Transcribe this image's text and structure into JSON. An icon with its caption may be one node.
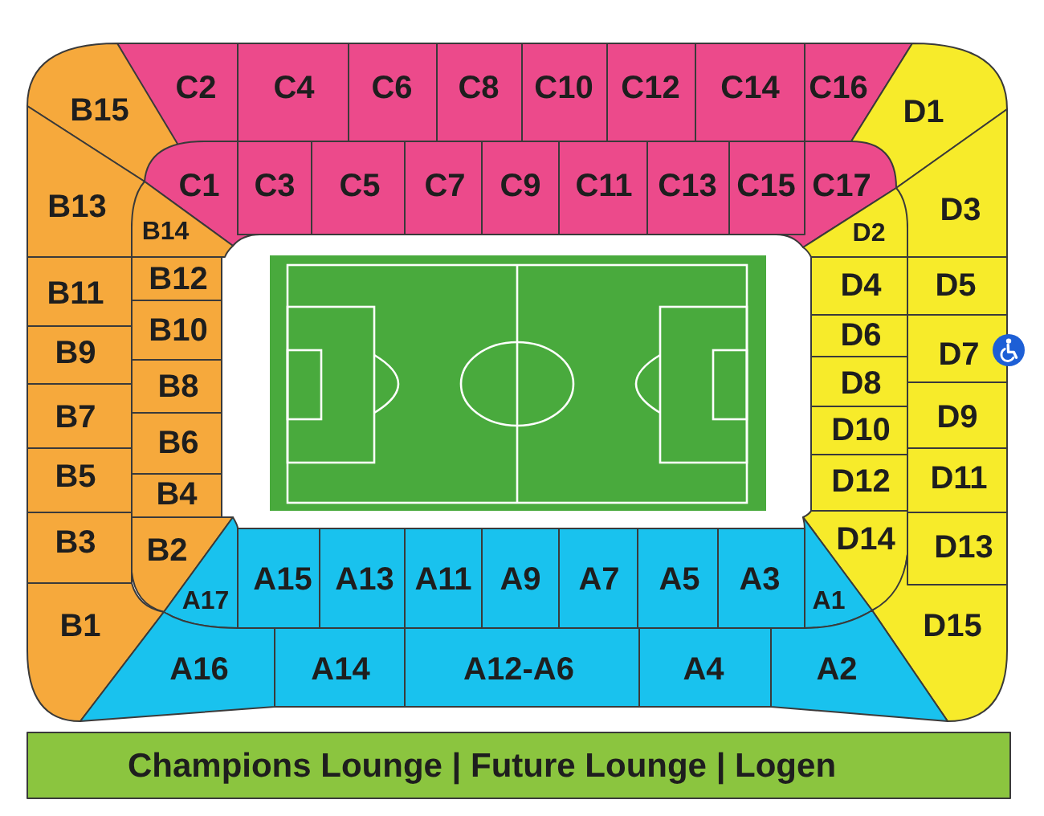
{
  "diagram": {
    "nodes": [
      {
        "text": [
          "C2"
        ]
      },
      {
        "text": [
          "C4"
        ]
      },
      {
        "text": [
          "C6"
        ]
      },
      {
        "text": [
          "C8"
        ]
      },
      {
        "text": [
          "C10"
        ]
      },
      {
        "text": [
          "C12"
        ]
      },
      {
        "text": [
          "C14"
        ]
      },
      {
        "text": [
          "C16"
        ]
      },
      {
        "text": [
          "B15"
        ]
      },
      {
        "text": [
          "D1"
        ]
      },
      {
        "text": [
          "C1"
        ]
      },
      {
        "text": [
          "C3"
        ]
      },
      {
        "text": [
          "C5"
        ]
      },
      {
        "text": [
          "C7"
        ]
      },
      {
        "text": [
          "C9"
        ]
      },
      {
        "text": [
          "C11"
        ]
      },
      {
        "text": [
          "C13"
        ]
      },
      {
        "text": [
          "C15"
        ]
      },
      {
        "text": [
          "C17"
        ]
      },
      {
        "text": [
          "B13"
        ]
      },
      {
        "text": [
          "D3"
        ]
      },
      {
        "text": [
          "B14"
        ]
      },
      {
        "text": [
          "D2"
        ]
      },
      {
        "text": [
          "B11"
        ]
      },
      {
        "text": [
          "B12"
        ]
      },
      {
        "text": [
          "D4"
        ]
      },
      {
        "text": [
          "D5"
        ]
      },
      {
        "text": [
          "B9"
        ]
      },
      {
        "text": [
          "B10"
        ]
      },
      {
        "text": [
          "D6"
        ]
      },
      {
        "text": [
          "D7"
        ]
      },
      {
        "text": [
          "B7"
        ]
      },
      {
        "text": [
          "B8"
        ]
      },
      {
        "text": [
          "D8"
        ]
      },
      {
        "text": [
          "D9"
        ]
      },
      {
        "text": [
          "B5"
        ]
      },
      {
        "text": [
          "B6"
        ]
      },
      {
        "text": [
          "D10"
        ]
      },
      {
        "text": [
          "D12"
        ]
      },
      {
        "text": [
          "D11"
        ]
      },
      {
        "text": [
          "B4"
        ]
      },
      {
        "text": [
          "B3"
        ]
      },
      {
        "text": [
          "B2"
        ]
      },
      {
        "text": [
          "D14"
        ]
      },
      {
        "text": [
          "D13"
        ]
      },
      {
        "text": [
          "B1"
        ]
      },
      {
        "text": [
          "A17"
        ]
      },
      {
        "text": [
          "A15"
        ]
      },
      {
        "text": [
          "A13"
        ]
      },
      {
        "text": [
          "A11"
        ]
      },
      {
        "text": [
          "A9"
        ]
      },
      {
        "text": [
          "A7"
        ]
      },
      {
        "text": [
          "A5"
        ]
      },
      {
        "text": [
          "A3"
        ]
      },
      {
        "text": [
          "A1"
        ]
      },
      {
        "text": [
          "D15"
        ]
      },
      {
        "text": [
          "A16"
        ]
      },
      {
        "text": [
          "A14"
        ]
      },
      {
        "text": [
          "A12-A6"
        ]
      },
      {
        "text": [
          "A4"
        ]
      },
      {
        "text": [
          "A2"
        ]
      },
      {
        "text": [
          "Champions Lounge | Future Lounge | Logen"
        ]
      }
    ]
  }
}
